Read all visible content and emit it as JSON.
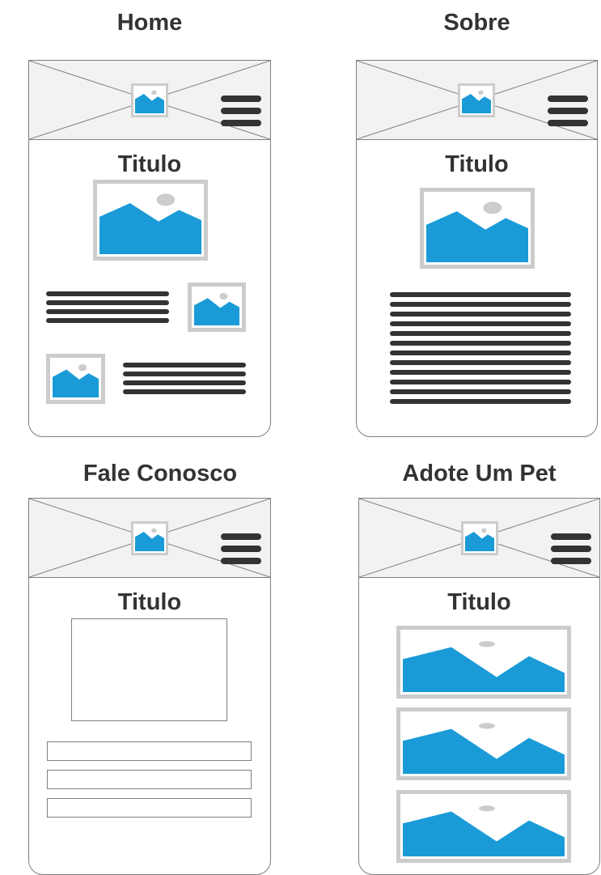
{
  "pages": [
    {
      "label": "Home",
      "title": "Titulo",
      "layout": "home"
    },
    {
      "label": "Sobre",
      "title": "Titulo",
      "layout": "sobre"
    },
    {
      "label": "Fale Conosco",
      "title": "Titulo",
      "layout": "contato"
    },
    {
      "label": "Adote Um Pet",
      "title": "Titulo",
      "layout": "adote"
    }
  ],
  "icons": {
    "placeholder_image": "image-placeholder-icon",
    "menu": "hamburger-menu-icon"
  },
  "colors": {
    "text": "#333333",
    "header_bg": "#f2f2f2",
    "image_frame": "#cccccc",
    "image_mountain": "#1a9bd7",
    "image_sun": "#cccccc",
    "border": "#7f7f7f"
  },
  "form": {
    "field_count": 3
  }
}
